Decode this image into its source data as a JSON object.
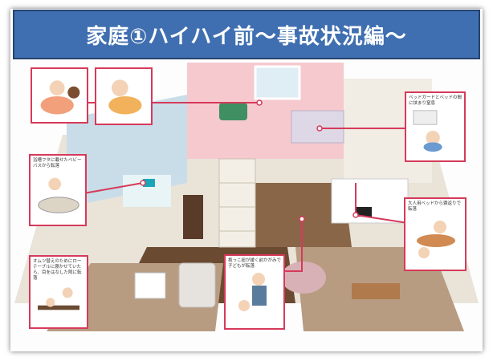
{
  "banner": {
    "title": "家庭①ハイハイ前～事故状況編～"
  },
  "callouts": {
    "bed_guard": "ベッドガードとベッドの間に挟まり窒息",
    "bath_ring": "浴槽フタに載せたベビーバスから転落",
    "adult_bed": "大人用ベッドから寝返りで転落",
    "low_table": "オムツ替えのためにローテーブルに寝かせていたら、目をはなした隙に転落",
    "hold_carry": "抱っこ紐が緩く前かがみで子どもが転落"
  },
  "colors": {
    "banner": "#3f6fb0",
    "callout_border": "#d63a5a"
  }
}
